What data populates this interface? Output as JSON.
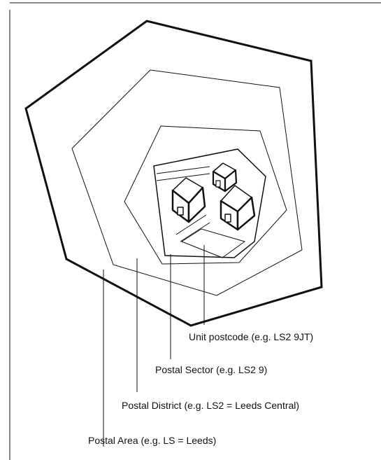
{
  "labels": {
    "unit": "Unit postcode (e.g. LS2 9JT)",
    "sector": "Postal Sector (e.g. LS2 9)",
    "district": "Postal District (e.g. LS2 = Leeds Central)",
    "area": "Postal Area (e.g. LS = Leeds)"
  },
  "colors": {
    "line": "#111111",
    "background": "#ffffff"
  }
}
